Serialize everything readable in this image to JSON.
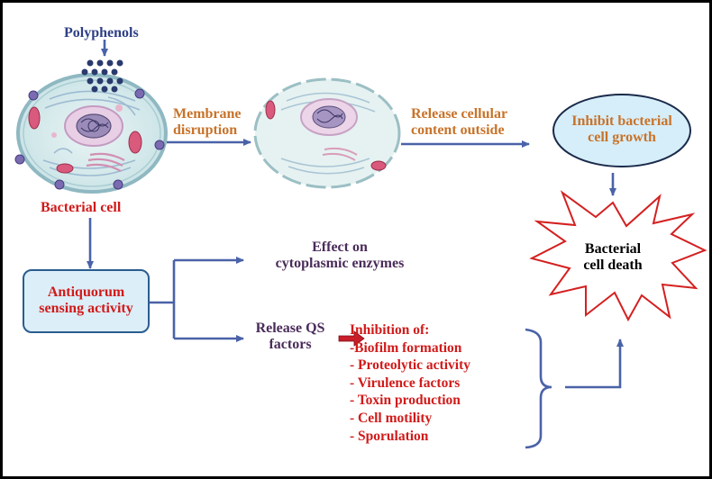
{
  "labels": {
    "polyphenols": "Polyphenols",
    "membrane_disruption": [
      "Membrane",
      "disruption"
    ],
    "release_content": [
      "Release cellular",
      "content outside"
    ],
    "inhibit_growth": [
      "Inhibit bacterial",
      "cell growth"
    ],
    "bacterial_cell": "Bacterial cell",
    "bacterial_death": [
      "Bacterial",
      "cell death"
    ],
    "antiquorum": [
      "Antiquorum",
      "sensing activity"
    ],
    "effect_enzymes": [
      "Effect on",
      "cytoplasmic enzymes"
    ],
    "release_qs": [
      "Release QS",
      "factors"
    ],
    "inhibition_title": "Inhibition of:",
    "inhibition_items": [
      "-Biofilm formation",
      "- Proteolytic activity",
      "- Virulence factors",
      "- Toxin production",
      "- Cell motility",
      "- Sporulation"
    ]
  },
  "colors": {
    "arrow": "#4a62a8",
    "text_blue": "#2f3f86",
    "text_orange": "#c8732a",
    "text_red": "#d11a1a",
    "box_fill": "#dceef8",
    "starburst_stroke": "#d42020"
  }
}
